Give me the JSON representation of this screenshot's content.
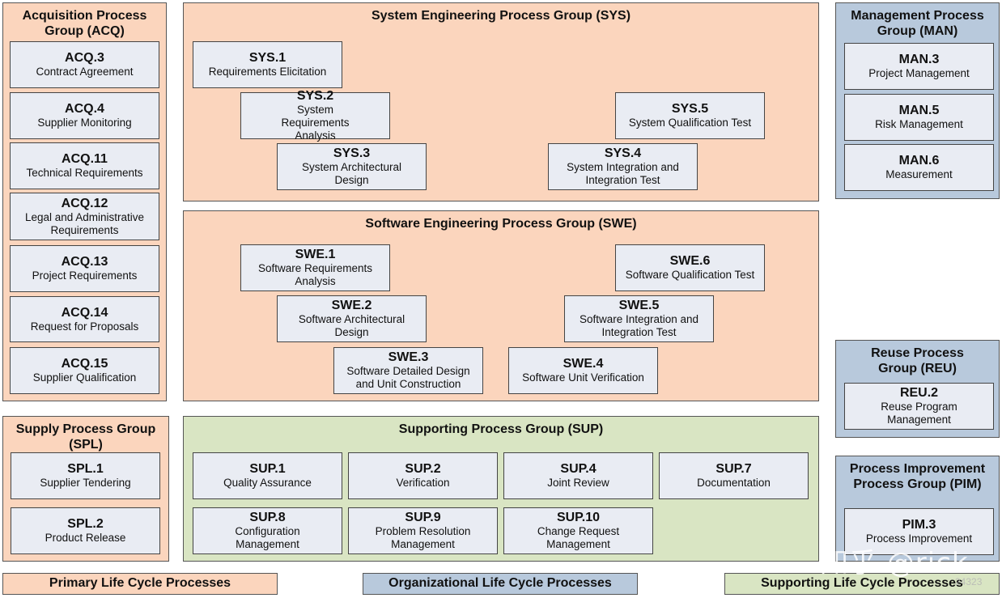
{
  "groups": {
    "acq": {
      "title": "Acquisition Process Group (ACQ)"
    },
    "sys": {
      "title": "System Engineering Process Group (SYS)"
    },
    "man": {
      "title": "Management Process Group (MAN)"
    },
    "swe": {
      "title": "Software Engineering Process Group (SWE)"
    },
    "reu": {
      "title": "Reuse Process Group (REU)"
    },
    "spl": {
      "title": "Supply Process Group (SPL)"
    },
    "sup": {
      "title": "Supporting Process Group (SUP)"
    },
    "pim": {
      "title": "Process Improvement Process Group (PIM)"
    }
  },
  "processes": {
    "acq3": {
      "id": "ACQ.3",
      "name": "Contract Agreement"
    },
    "acq4": {
      "id": "ACQ.4",
      "name": "Supplier Monitoring"
    },
    "acq11": {
      "id": "ACQ.11",
      "name": "Technical Requirements"
    },
    "acq12": {
      "id": "ACQ.12",
      "name": "Legal and Administrative Requirements"
    },
    "acq13": {
      "id": "ACQ.13",
      "name": "Project Requirements"
    },
    "acq14": {
      "id": "ACQ.14",
      "name": "Request for Proposals"
    },
    "acq15": {
      "id": "ACQ.15",
      "name": "Supplier Qualification"
    },
    "sys1": {
      "id": "SYS.1",
      "name": "Requirements Elicitation"
    },
    "sys2": {
      "id": "SYS.2",
      "name": "System Requirements Analysis"
    },
    "sys3": {
      "id": "SYS.3",
      "name": "System Architectural Design"
    },
    "sys4": {
      "id": "SYS.4",
      "name": "System Integration and Integration Test"
    },
    "sys5": {
      "id": "SYS.5",
      "name": "System Qualification Test"
    },
    "man3": {
      "id": "MAN.3",
      "name": "Project Management"
    },
    "man5": {
      "id": "MAN.5",
      "name": "Risk Management"
    },
    "man6": {
      "id": "MAN.6",
      "name": "Measurement"
    },
    "swe1": {
      "id": "SWE.1",
      "name": "Software Requirements Analysis"
    },
    "swe2": {
      "id": "SWE.2",
      "name": "Software Architectural Design"
    },
    "swe3": {
      "id": "SWE.3",
      "name": "Software Detailed Design and Unit Construction"
    },
    "swe4": {
      "id": "SWE.4",
      "name": "Software Unit Verification"
    },
    "swe5": {
      "id": "SWE.5",
      "name": "Software Integration and Integration Test"
    },
    "swe6": {
      "id": "SWE.6",
      "name": "Software Qualification Test"
    },
    "reu2": {
      "id": "REU.2",
      "name": "Reuse Program Management"
    },
    "spl1": {
      "id": "SPL.1",
      "name": "Supplier Tendering"
    },
    "spl2": {
      "id": "SPL.2",
      "name": "Product Release"
    },
    "sup1": {
      "id": "SUP.1",
      "name": "Quality Assurance"
    },
    "sup2": {
      "id": "SUP.2",
      "name": "Verification"
    },
    "sup4": {
      "id": "SUP.4",
      "name": "Joint Review"
    },
    "sup7": {
      "id": "SUP.7",
      "name": "Documentation"
    },
    "sup8": {
      "id": "SUP.8",
      "name": "Configuration Management"
    },
    "sup9": {
      "id": "SUP.9",
      "name": "Problem Resolution Management"
    },
    "sup10": {
      "id": "SUP.10",
      "name": "Change Request Management"
    },
    "pim3": {
      "id": "PIM.3",
      "name": "Process Improvement"
    }
  },
  "legend": {
    "primary": "Primary Life Cycle Processes",
    "organizational": "Organizational Life Cycle Processes",
    "supporting": "Supporting Life Cycle Processes"
  },
  "watermark": {
    "text": "知乎 @rick",
    "sub": "24323"
  },
  "colors": {
    "primary": "#fbd5bd",
    "organizational": "#b8c9dc",
    "supporting": "#d9e5c3",
    "process_box": "#e9ecf3"
  }
}
